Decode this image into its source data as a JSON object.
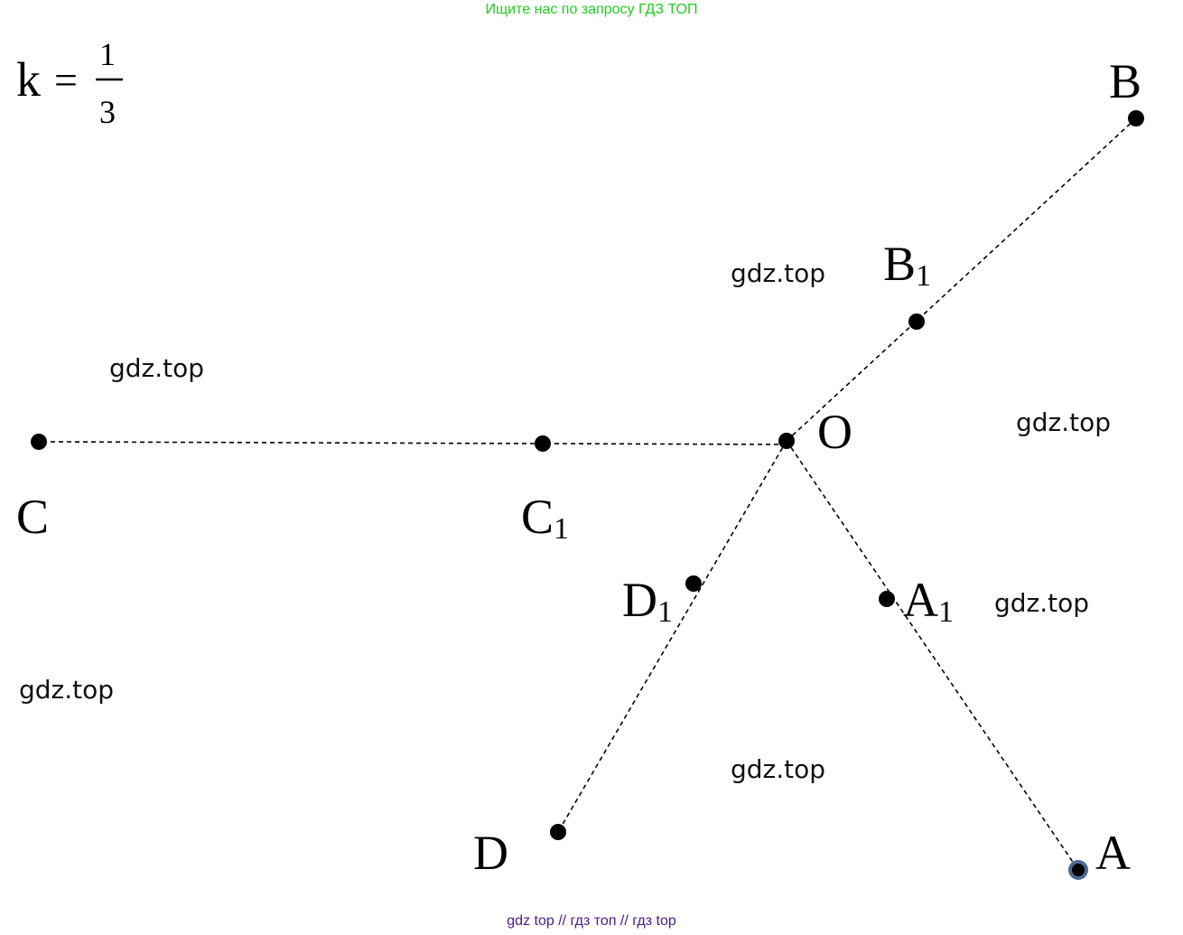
{
  "header": {
    "banner": "Ищите нас по запросу ГДЗ ТОП"
  },
  "footer": {
    "banner": "gdz top  //  гдз топ  //  гдз top"
  },
  "formula": {
    "variable": "k",
    "equals": "=",
    "numerator": "1",
    "denominator": "3"
  },
  "watermarks": [
    "gdz.top",
    "gdz.top",
    "gdz.top",
    "gdz.top",
    "gdz.top",
    "gdz.top"
  ],
  "points": {
    "O": {
      "name": "O",
      "sub": ""
    },
    "A": {
      "name": "A",
      "sub": ""
    },
    "A1": {
      "name": "A",
      "sub": "1"
    },
    "B": {
      "name": "B",
      "sub": ""
    },
    "B1": {
      "name": "B",
      "sub": "1"
    },
    "C": {
      "name": "C",
      "sub": ""
    },
    "C1": {
      "name": "C",
      "sub": "1"
    },
    "D": {
      "name": "D",
      "sub": ""
    },
    "D1": {
      "name": "D",
      "sub": "1"
    }
  },
  "colors": {
    "banner": "#22cc22",
    "footer": "#4b1a8a",
    "point_A_ring": "#4a6a8f"
  }
}
